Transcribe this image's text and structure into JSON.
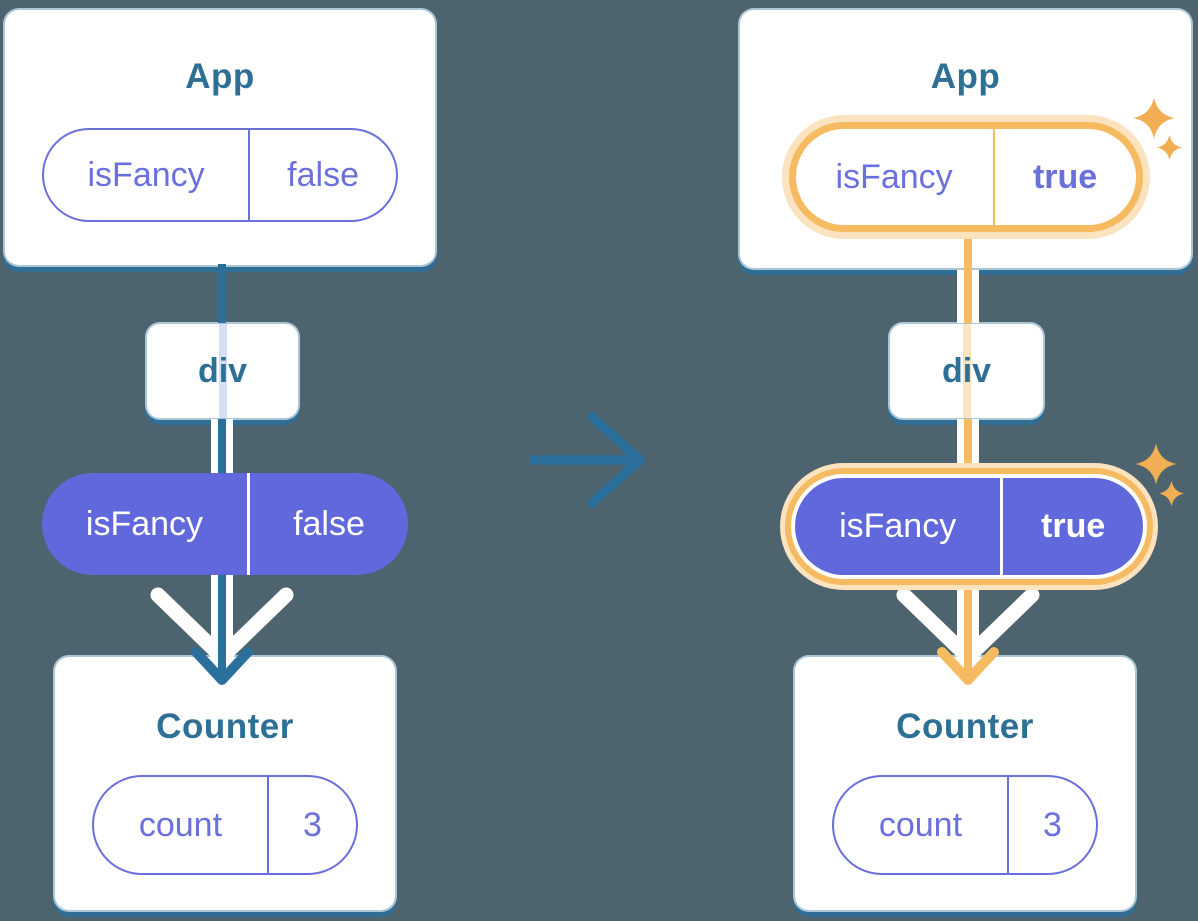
{
  "colors": {
    "background": "#4D646E",
    "card_bg": "#FFFFFF",
    "card_edge": "#2B709C",
    "title_text": "#2E6F96",
    "pill_border_purple": "#6B6FDC",
    "pill_text_purple": "#6B71DC",
    "pill_solid_purple": "#6168DB",
    "flow_line_teal": "#2B709C",
    "flow_line_faded_blue": "#D8DEF2",
    "flow_line_faded_orange": "#FAE5C2",
    "highlight_orange": "#F6BB60",
    "highlight_glow": "#FAE3BE",
    "sparkle_orange": "#F2AE52"
  },
  "icons": {
    "middle": "arrow-right-icon",
    "pass_down": "arrow-down-icon",
    "highlight": "sparkle-icon"
  },
  "left_tree": {
    "app_card": {
      "title": "App",
      "prop": {
        "name": "isFancy",
        "value": "false"
      }
    },
    "div_node": {
      "title": "div"
    },
    "passed_prop": {
      "name": "isFancy",
      "value": "false"
    },
    "counter_card": {
      "title": "Counter",
      "state": {
        "name": "count",
        "value": "3"
      }
    }
  },
  "right_tree": {
    "app_card": {
      "title": "App",
      "prop": {
        "name": "isFancy",
        "value": "true"
      }
    },
    "div_node": {
      "title": "div"
    },
    "passed_prop": {
      "name": "isFancy",
      "value": "true"
    },
    "counter_card": {
      "title": "Counter",
      "state": {
        "name": "count",
        "value": "3"
      }
    }
  }
}
